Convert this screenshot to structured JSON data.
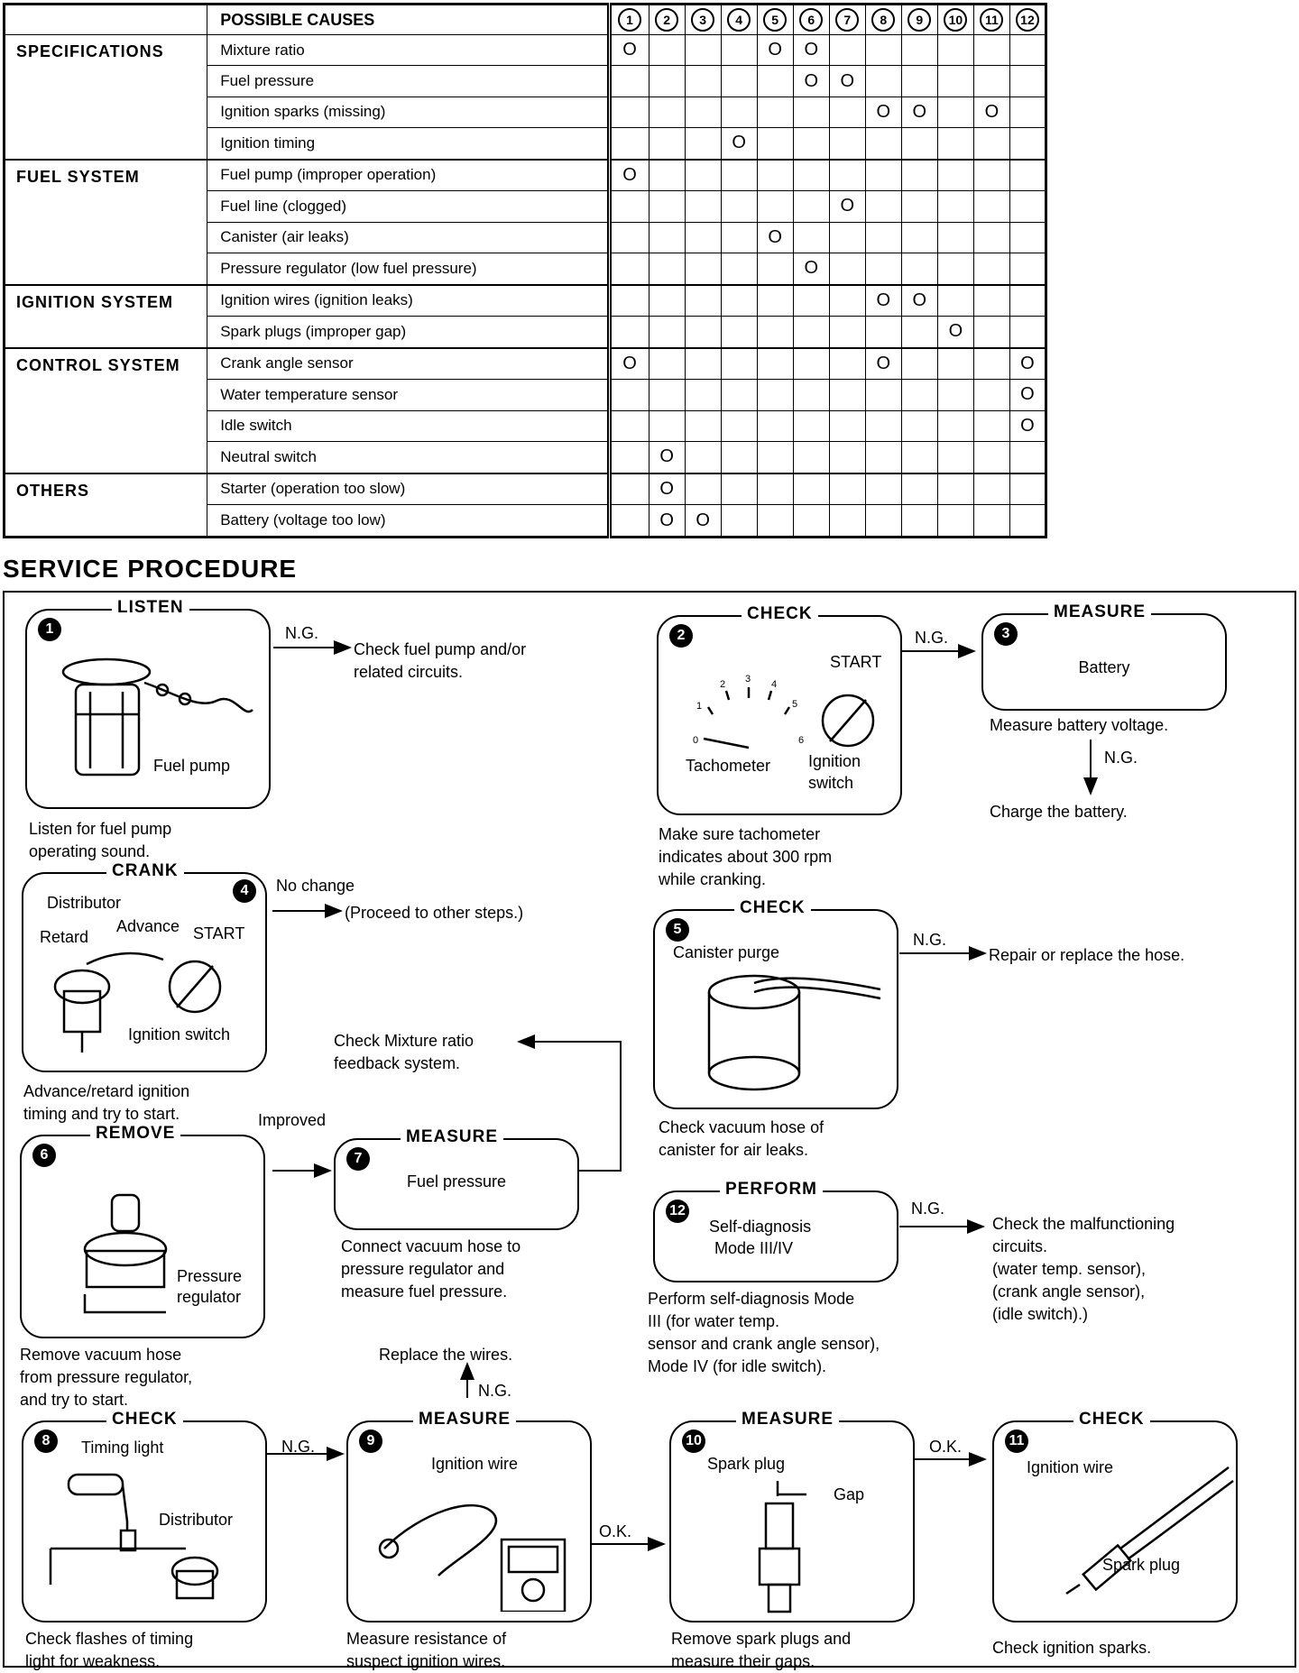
{
  "table": {
    "header_label": "POSSIBLE CAUSES",
    "columns": [
      "1",
      "2",
      "3",
      "4",
      "5",
      "6",
      "7",
      "8",
      "9",
      "10",
      "11",
      "12"
    ],
    "groups": [
      {
        "name": "SPECIFICATIONS",
        "rows": [
          {
            "item": "Mixture ratio",
            "marks": [
              1,
              0,
              0,
              0,
              1,
              1,
              0,
              0,
              0,
              0,
              0,
              0
            ]
          },
          {
            "item": "Fuel pressure",
            "marks": [
              0,
              0,
              0,
              0,
              0,
              1,
              1,
              0,
              0,
              0,
              0,
              0
            ]
          },
          {
            "item": "Ignition sparks (missing)",
            "marks": [
              0,
              0,
              0,
              0,
              0,
              0,
              0,
              1,
              1,
              0,
              1,
              0
            ]
          },
          {
            "item": "Ignition timing",
            "marks": [
              0,
              0,
              0,
              1,
              0,
              0,
              0,
              0,
              0,
              0,
              0,
              0
            ]
          }
        ]
      },
      {
        "name": "FUEL SYSTEM",
        "rows": [
          {
            "item": "Fuel pump (improper operation)",
            "marks": [
              1,
              0,
              0,
              0,
              0,
              0,
              0,
              0,
              0,
              0,
              0,
              0
            ]
          },
          {
            "item": "Fuel line (clogged)",
            "marks": [
              0,
              0,
              0,
              0,
              0,
              0,
              1,
              0,
              0,
              0,
              0,
              0
            ]
          },
          {
            "item": "Canister (air leaks)",
            "marks": [
              0,
              0,
              0,
              0,
              1,
              0,
              0,
              0,
              0,
              0,
              0,
              0
            ]
          },
          {
            "item": "Pressure regulator (low fuel pressure)",
            "marks": [
              0,
              0,
              0,
              0,
              0,
              1,
              0,
              0,
              0,
              0,
              0,
              0
            ]
          }
        ]
      },
      {
        "name": "IGNITION SYSTEM",
        "rows": [
          {
            "item": "Ignition wires (ignition leaks)",
            "marks": [
              0,
              0,
              0,
              0,
              0,
              0,
              0,
              1,
              1,
              0,
              0,
              0
            ]
          },
          {
            "item": "Spark plugs (improper gap)",
            "marks": [
              0,
              0,
              0,
              0,
              0,
              0,
              0,
              0,
              0,
              1,
              0,
              0
            ]
          }
        ]
      },
      {
        "name": "CONTROL SYSTEM",
        "rows": [
          {
            "item": "Crank angle sensor",
            "marks": [
              1,
              0,
              0,
              0,
              0,
              0,
              0,
              1,
              0,
              0,
              0,
              1
            ]
          },
          {
            "item": "Water temperature sensor",
            "marks": [
              0,
              0,
              0,
              0,
              0,
              0,
              0,
              0,
              0,
              0,
              0,
              1
            ]
          },
          {
            "item": "Idle switch",
            "marks": [
              0,
              0,
              0,
              0,
              0,
              0,
              0,
              0,
              0,
              0,
              0,
              1
            ]
          },
          {
            "item": "Neutral switch",
            "marks": [
              0,
              1,
              0,
              0,
              0,
              0,
              0,
              0,
              0,
              0,
              0,
              0
            ]
          }
        ]
      },
      {
        "name": "OTHERS",
        "rows": [
          {
            "item": "Starter (operation too slow)",
            "marks": [
              0,
              1,
              0,
              0,
              0,
              0,
              0,
              0,
              0,
              0,
              0,
              0
            ]
          },
          {
            "item": "Battery (voltage too low)",
            "marks": [
              0,
              1,
              1,
              0,
              0,
              0,
              0,
              0,
              0,
              0,
              0,
              0
            ]
          }
        ]
      }
    ],
    "mark_symbol": "O"
  },
  "service_title": "SERVICE PROCEDURE",
  "steps": {
    "s1": {
      "num": "1",
      "label": "LISTEN",
      "inner": "Fuel pump",
      "caption": [
        "Listen for fuel pump",
        "operating sound."
      ],
      "ng": "N.G.",
      "result": [
        "Check fuel pump and/or",
        "related circuits."
      ]
    },
    "s2": {
      "num": "2",
      "label": "CHECK",
      "start": "START",
      "tach": "Tachometer",
      "ign": [
        "Ignition",
        "switch"
      ],
      "caption": [
        "Make sure tachometer",
        "indicates about 300 rpm",
        "while cranking."
      ],
      "ng": "N.G.",
      "gauge": [
        "0",
        "1",
        "2",
        "3",
        "4",
        "5",
        "6"
      ]
    },
    "s3": {
      "num": "3",
      "label": "MEASURE",
      "inner": "Battery",
      "caption": "Measure battery voltage.",
      "ng": "N.G.",
      "result": "Charge the battery."
    },
    "s4": {
      "num": "4",
      "label": "CRANK",
      "distributor": "Distributor",
      "retard": "Retard",
      "advance": "Advance",
      "start": "START",
      "ign": "Ignition switch",
      "caption": [
        "Advance/retard ignition",
        "timing and try to start."
      ],
      "nochange": "No change",
      "result": "(Proceed to other steps.)"
    },
    "s5": {
      "num": "5",
      "label": "CHECK",
      "inner": "Canister purge",
      "caption": [
        "Check vacuum hose of",
        "canister for air leaks."
      ],
      "ng": "N.G.",
      "result": "Repair or replace the hose."
    },
    "s6": {
      "num": "6",
      "label": "REMOVE",
      "inner": [
        "Pressure",
        "regulator"
      ],
      "caption": [
        "Remove vacuum hose",
        "from pressure regulator,",
        "and try to start."
      ],
      "improved": "Improved"
    },
    "s7": {
      "num": "7",
      "label": "MEASURE",
      "inner": "Fuel pressure",
      "caption": [
        "Connect vacuum hose to",
        "pressure regulator and",
        "measure fuel pressure."
      ],
      "result": [
        "Check Mixture ratio",
        "feedback system."
      ]
    },
    "s8": {
      "num": "8",
      "label": "CHECK",
      "timing": "Timing light",
      "distributor": "Distributor",
      "caption": [
        "Check flashes of timing",
        "light for weakness."
      ],
      "ng": "N.G."
    },
    "s9": {
      "num": "9",
      "label": "MEASURE",
      "inner": "Ignition wire",
      "caption": [
        "Measure resistance of",
        "suspect ignition wires."
      ],
      "ng": "N.G.",
      "result": "Replace the wires.",
      "ok": "O.K."
    },
    "s10": {
      "num": "10",
      "label": "MEASURE",
      "inner": "Spark plug",
      "gap": "Gap",
      "caption": [
        "Remove spark plugs and",
        "measure their gaps."
      ],
      "ok": "O.K."
    },
    "s11": {
      "num": "11",
      "label": "CHECK",
      "wire": "Ignition wire",
      "plug": "Spark plug",
      "caption": "Check ignition sparks."
    },
    "s12": {
      "num": "12",
      "label": "PERFORM",
      "inner": [
        "Self-diagnosis",
        "Mode III/IV"
      ],
      "caption": [
        "Perform self-diagnosis Mode",
        "III (for water temp.",
        "sensor and crank angle sensor),",
        "Mode IV (for idle switch)."
      ],
      "ng": "N.G.",
      "result": [
        "Check the malfunctioning",
        "circuits.",
        "(water temp. sensor),",
        "(crank angle sensor),",
        "(idle switch).)"
      ]
    }
  }
}
